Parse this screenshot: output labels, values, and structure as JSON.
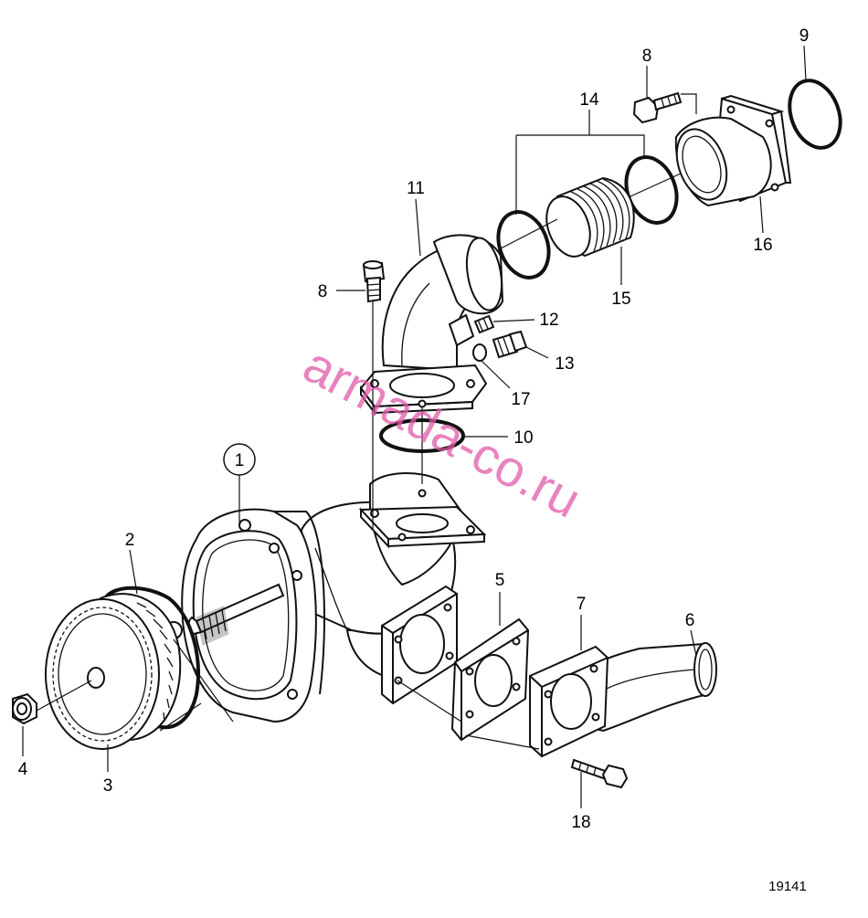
{
  "diagram": {
    "callouts": [
      {
        "id": "1",
        "label": "1",
        "circled": true
      },
      {
        "id": "2",
        "label": "2"
      },
      {
        "id": "3",
        "label": "3"
      },
      {
        "id": "4",
        "label": "4"
      },
      {
        "id": "5",
        "label": "5"
      },
      {
        "id": "6",
        "label": "6"
      },
      {
        "id": "7",
        "label": "7"
      },
      {
        "id": "8a",
        "label": "8"
      },
      {
        "id": "8b",
        "label": "8"
      },
      {
        "id": "9",
        "label": "9"
      },
      {
        "id": "10",
        "label": "10"
      },
      {
        "id": "11",
        "label": "11"
      },
      {
        "id": "12",
        "label": "12"
      },
      {
        "id": "13",
        "label": "13"
      },
      {
        "id": "14",
        "label": "14"
      },
      {
        "id": "15",
        "label": "15"
      },
      {
        "id": "16",
        "label": "16"
      },
      {
        "id": "17",
        "label": "17"
      },
      {
        "id": "18",
        "label": "18"
      }
    ],
    "figure_number": "19141",
    "watermark": "armada-co.ru",
    "watermark_color": "#e05aa8",
    "line_color": "#111111"
  }
}
